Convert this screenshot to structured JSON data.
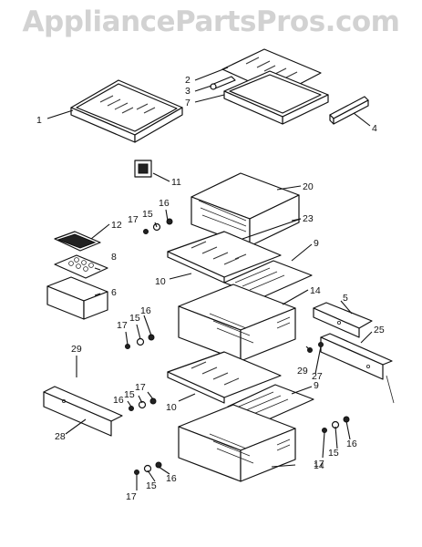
{
  "watermark": "AppliancePartsPros.com",
  "callouts": {
    "c1": "1",
    "c2": "2",
    "c3": "3",
    "c7": "7",
    "c4": "4",
    "c11": "11",
    "c20": "20",
    "c16a": "16",
    "c17a": "17",
    "c15a": "15",
    "c23": "23",
    "c12": "12",
    "c9a": "9",
    "c8": "8",
    "c10a": "10",
    "c6": "6",
    "c14a": "14",
    "c5": "5",
    "c16b": "16",
    "c15b": "15",
    "c17b": "17",
    "c25": "25",
    "c29a": "29",
    "c29b": "29",
    "c27": "27",
    "c17c": "17",
    "c15c": "15",
    "c16c": "16",
    "c9b": "9",
    "c10b": "10",
    "c28": "28",
    "c17d": "17",
    "c15d": "15",
    "c16d": "16",
    "c14b": "14",
    "c17e": "17",
    "c15e": "15",
    "c16e": "16"
  }
}
